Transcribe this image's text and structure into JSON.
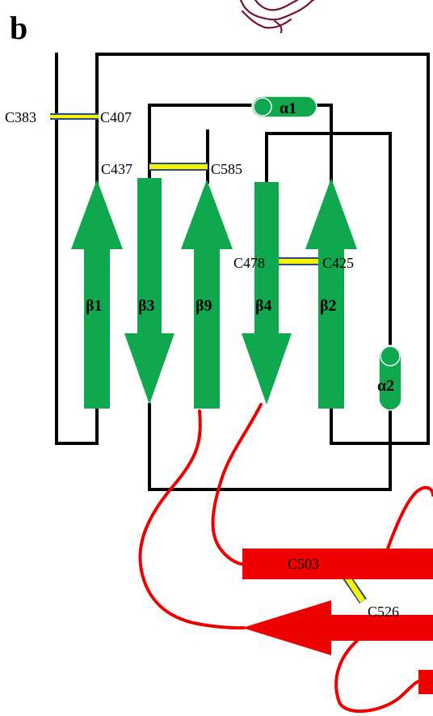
{
  "panel_label": "b",
  "strands": {
    "b1": "β1",
    "b3": "β3",
    "b9": "β9",
    "b4": "β4",
    "b2": "β2"
  },
  "helices": {
    "a1": "α1",
    "a2": "α2"
  },
  "disulfides": {
    "d1_left": "C383",
    "d1_right": "C407",
    "d2_left": "C437",
    "d2_right": "C585",
    "d3_left": "C478",
    "d3_right": "C425",
    "d4_top": "C503",
    "d4_bottom": "C526"
  },
  "colors": {
    "strand_green": "#10a84f",
    "helix_green": "#10a84f",
    "loop_black": "#000000",
    "red_domain": "#ee0000",
    "bond_yellow": "#f5f500",
    "bond_edge": "#2a4a8a",
    "thumbnail": "#7a1030"
  }
}
